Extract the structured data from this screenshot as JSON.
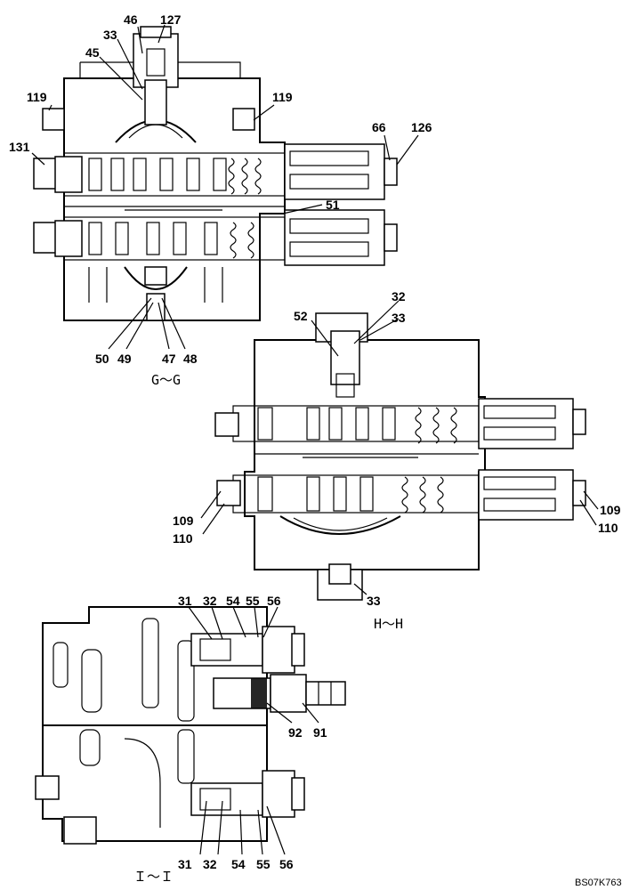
{
  "sections": {
    "gg": {
      "title": "G～G",
      "parts": {
        "p46": "46",
        "p127": "127",
        "p33": "33",
        "p45": "45",
        "p119a": "119",
        "p119b": "119",
        "p131": "131",
        "p66": "66",
        "p126": "126",
        "p51": "51",
        "p50": "50",
        "p49": "49",
        "p47": "47",
        "p48": "48"
      }
    },
    "hh": {
      "title": "H～H",
      "parts": {
        "p32": "32",
        "p52": "52",
        "p33a": "33",
        "p109a": "109",
        "p110a": "110",
        "p109b": "109",
        "p110b": "110",
        "p33b": "33"
      }
    },
    "ii": {
      "title": "Ｉ～Ｉ",
      "parts": {
        "t31": "31",
        "t32": "32",
        "t54": "54",
        "t55": "55",
        "t56": "56",
        "p92": "92",
        "p91": "91",
        "b31": "31",
        "b32": "32",
        "b54": "54",
        "b55": "55",
        "b56": "56"
      }
    }
  },
  "drawing_code": "BS07K763"
}
